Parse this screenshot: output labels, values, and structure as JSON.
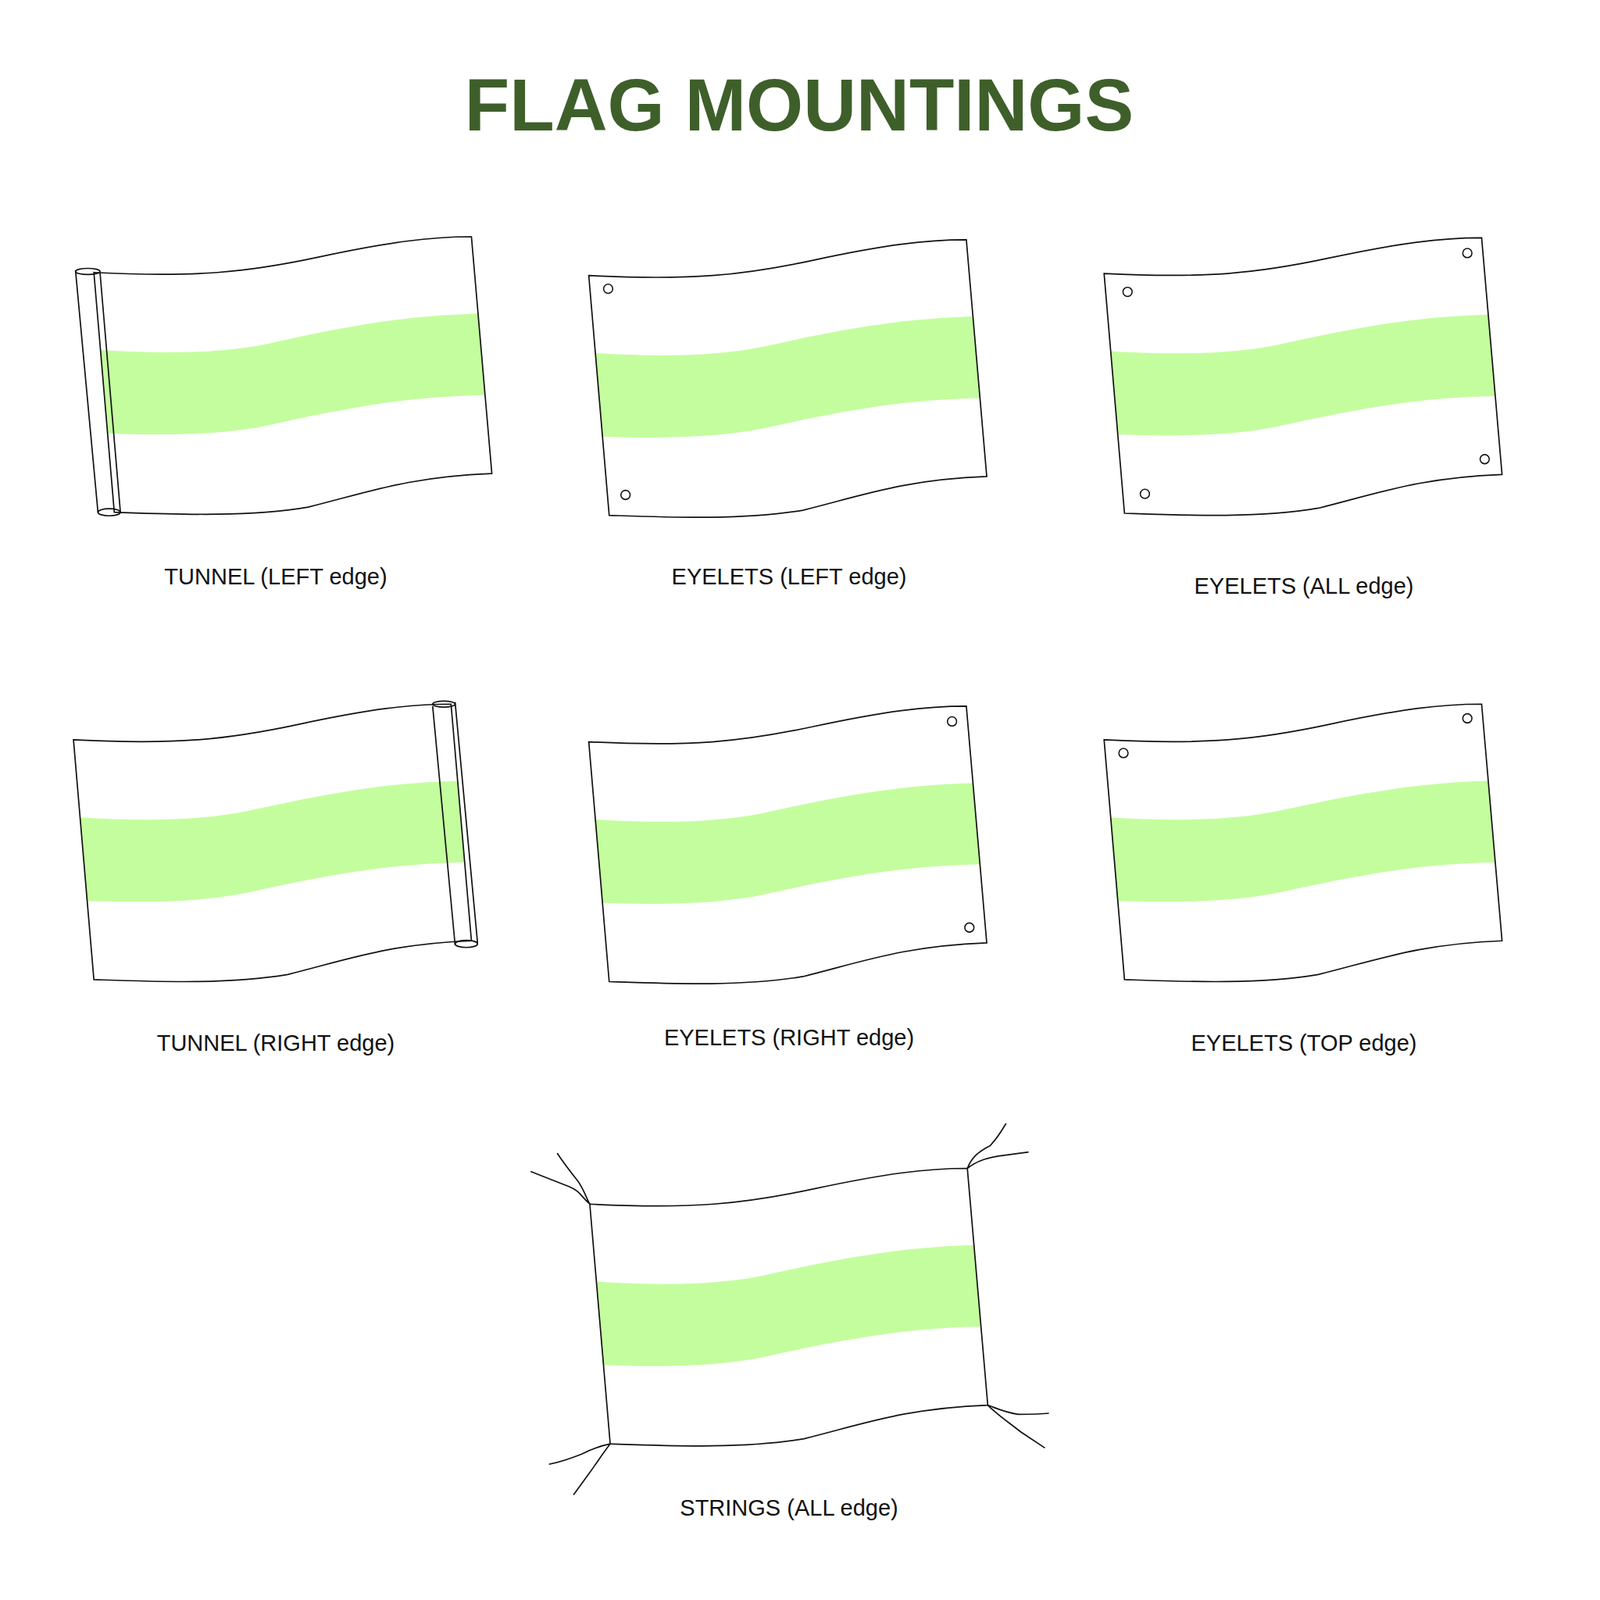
{
  "diagram": {
    "title": "FLAG MOUNTINGS",
    "labels": [
      "TUNNEL (LEFT edge)",
      "EYELETS (LEFT edge)",
      "EYELETS (ALL edge)",
      "TUNNEL (RIGHT edge)",
      "EYELETS (RIGHT edge)",
      "EYELETS (TOP edge)",
      "STRINGS (ALL edge)"
    ]
  }
}
